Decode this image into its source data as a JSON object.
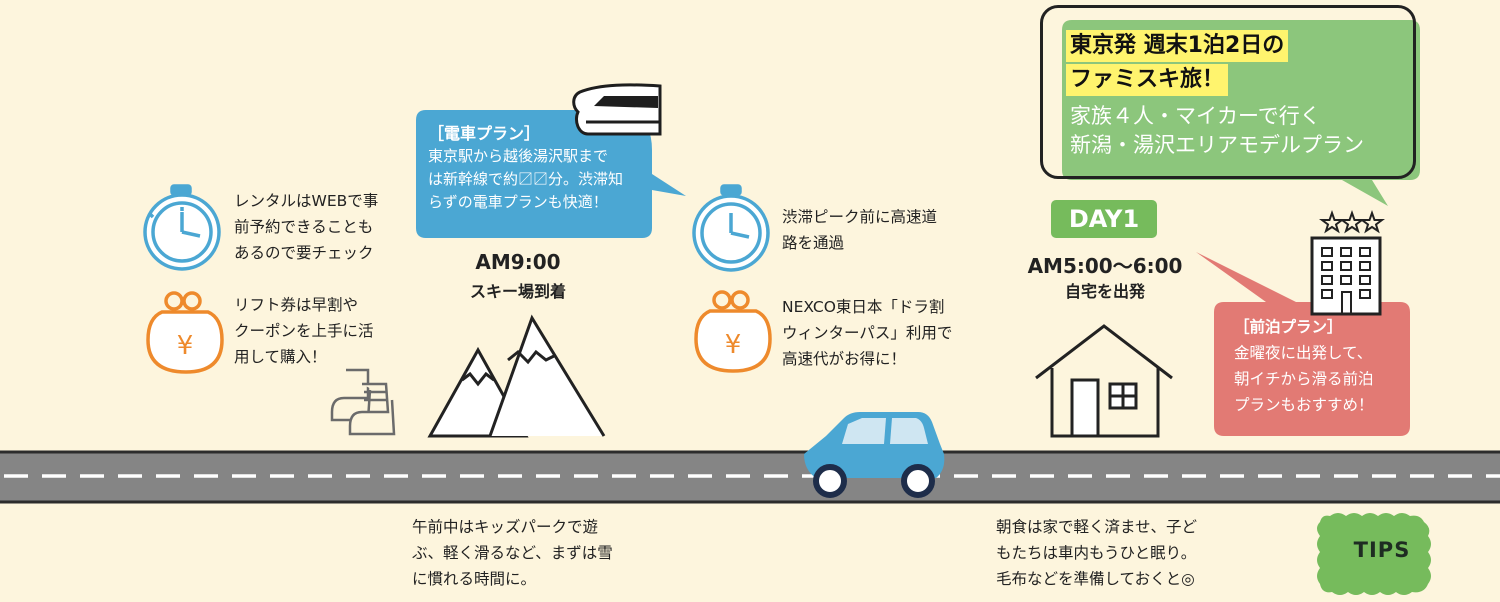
{
  "title": {
    "headline_line1": "東京発 週末1泊2日の",
    "headline_line2": "ファミスキ旅！",
    "subtitle_line1": "家族４人・マイカーで行く",
    "subtitle_line2": "新潟・湯沢エリアモデルプラン"
  },
  "day": {
    "badge": "DAY1",
    "time": "AM5:00〜6:00",
    "label": "自宅を出発"
  },
  "arrival": {
    "time": "AM9:00",
    "label": "スキー場到着"
  },
  "train_plan": {
    "heading": "［電車プラン］",
    "lines": [
      "東京駅から越後湯沢駅まで",
      "は新幹線で約〼〼分。渋滞知",
      "らずの電車プランも快適！"
    ]
  },
  "pre_night_plan": {
    "heading": "［前泊プラン］",
    "lines": [
      "金曜夜に出発して、",
      "朝イチから滑る前泊",
      "プランもおすすめ！"
    ]
  },
  "notes": {
    "rental": [
      "レンタルはWEBで事",
      "前予約できることも",
      "あるので要チェック"
    ],
    "lift": [
      "リフト券は早割や",
      "クーポンを上手に活",
      "用して購入！"
    ],
    "traffic": [
      "渋滞ピーク前に高速道",
      "路を通過"
    ],
    "nexco": [
      "NEXCO東日本「ドラ割",
      "ウィンターパス」利用で",
      "高速代がお得に！"
    ]
  },
  "below": {
    "morning": [
      "午前中はキッズパークで遊",
      "ぶ、軽く滑るなど、まずは雪",
      "に慣れる時間に。"
    ],
    "breakfast": [
      "朝食は家で軽く済ませ、子ど",
      "もたちは車内もうひと眠り。",
      "毛布などを準備しておくと◎"
    ]
  },
  "tips": "TIPS",
  "colors": {
    "background": "#fdf5dd",
    "green": "#8cc67c",
    "blue": "#4ba7d3",
    "red": "#e27a74",
    "orange": "#ee8a2c",
    "road": "#858585",
    "yellow_highlight": "#fff46e"
  },
  "icons": [
    "stopwatch-icon",
    "purse-yen-icon",
    "ski-boots-icon",
    "mountains-icon",
    "bullet-train-icon",
    "car-icon",
    "house-icon",
    "hotel-icon",
    "star-icon"
  ]
}
